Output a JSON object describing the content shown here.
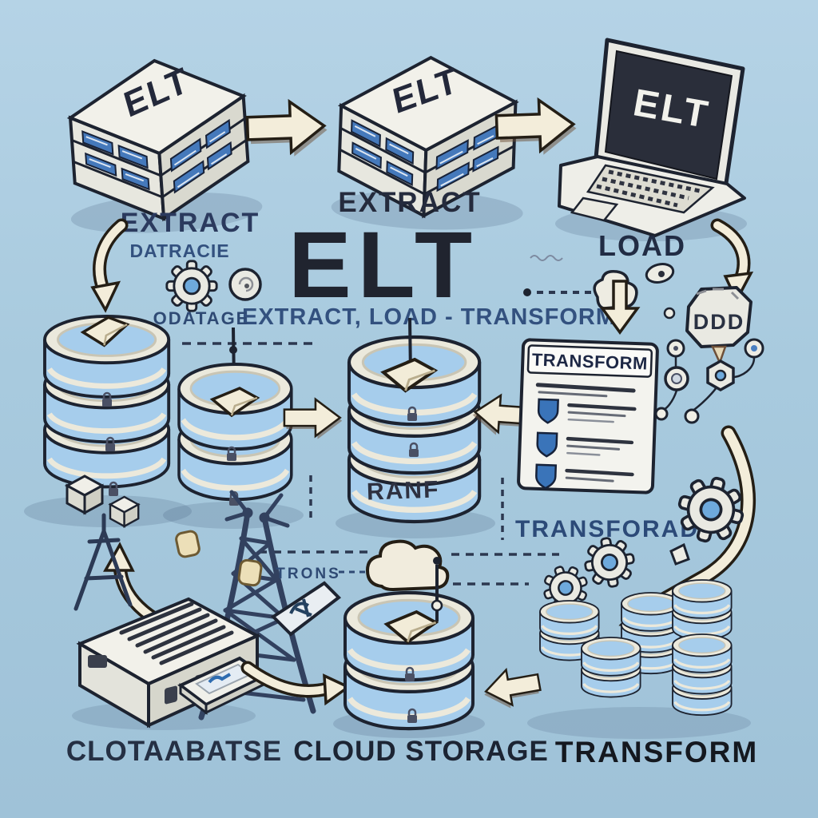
{
  "meta": {
    "description": "Cartoon isometric illustration of an ELT (Extract, Load, Transform) data pipeline",
    "background_top": "#b5d3e6",
    "background_bottom": "#9fc2d8"
  },
  "palette": {
    "ink": "#1d2330",
    "title_dark": "#20242f",
    "navy_label": "#232e48",
    "blue_label": "#33517f",
    "cream": "#f3edda",
    "arrow_shadow": "#6d4f38",
    "db_blue": "#a6cdec",
    "rim_cream": "#ebe9dc",
    "panel_white": "#f3f3ee",
    "shield_blue": "#3a74b9",
    "screen_dark": "#2a2e3a",
    "tower_blue": "#32415f",
    "gear_core_blue": "#6ea9dc",
    "spine_label_blue": "#4579bb"
  },
  "title": {
    "word": "ELT",
    "subtitle": "EXTRACT, LOAD - TRANSFORM"
  },
  "stages": {
    "extract1": {
      "cover": "ELT",
      "label": "EXTRACT",
      "sublabel": "DATRACIE"
    },
    "extract2": {
      "cover": "ELT",
      "label": "EXTRACT"
    },
    "load": {
      "screen": "ELT",
      "label": "LOAD"
    },
    "gear_caption": "ODATAGE",
    "transform_panel": {
      "header": "TRANSFORM"
    },
    "transform_caption": "TRANSFORAD",
    "db_center_band": "RANF",
    "trons_caption": "TRONS",
    "badge_text": "DDD"
  },
  "bottom_labels": {
    "left": "CLOTAABATSE",
    "center": "CLOUD STORAGE",
    "right": "TRANSFORM"
  },
  "icons": {
    "book-stack-icon": "isometric stack of three books, cream covers, blue barcode spine labels",
    "laptop-icon": "open laptop, dark screen, cream body",
    "database-icon": "stacked blue cylinders with cream rims",
    "flag-marker-icon": "cream bent-arrow marker on database top",
    "gear-icon": "white gear with blue hub",
    "cloud-icon": "cream puffy cloud",
    "shield-icon": "blue shield bullet",
    "lock-icon": "tiny dark padlock on cylinder band",
    "arrow-icon": "thick cream 3D arrow with dark outline",
    "tower-icon": "dark blue lattice transmission tower",
    "document-box-icon": "isometric box with document lines",
    "chart-card-icon": "tilted card with blue scribble",
    "node-network-icon": "small linked circular nodes",
    "badge-icon": "blocky octagon badge",
    "spiral-button-icon": "round button with spiral",
    "download-arrow-icon": "cream arrow pointing down into tray"
  }
}
